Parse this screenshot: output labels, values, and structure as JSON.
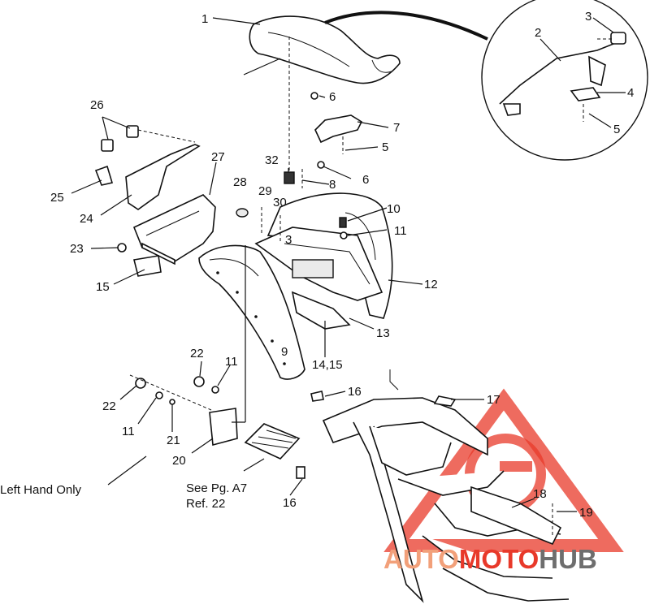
{
  "callouts": [
    "1",
    "2",
    "3",
    "4",
    "5",
    "6",
    "7",
    "5",
    "6",
    "8",
    "32",
    "28",
    "29",
    "30",
    "3",
    "10",
    "11",
    "12",
    "13",
    "14,15",
    "9",
    "27",
    "26",
    "25",
    "24",
    "23",
    "15",
    "22",
    "11",
    "22",
    "11",
    "21",
    "20",
    "16",
    "17",
    "18",
    "19",
    "16"
  ],
  "notes": {
    "left_hand_only": "Left Hand Only",
    "see_page_line1": "See Pg. A7",
    "see_page_line2": "Ref. 22"
  },
  "watermark": {
    "part1": "AUTO",
    "part2": "MOTO",
    "part3": "HUB",
    "color_light": "#f2a07a",
    "color_red": "#e8392a",
    "color_grey": "#6e6e6e"
  }
}
